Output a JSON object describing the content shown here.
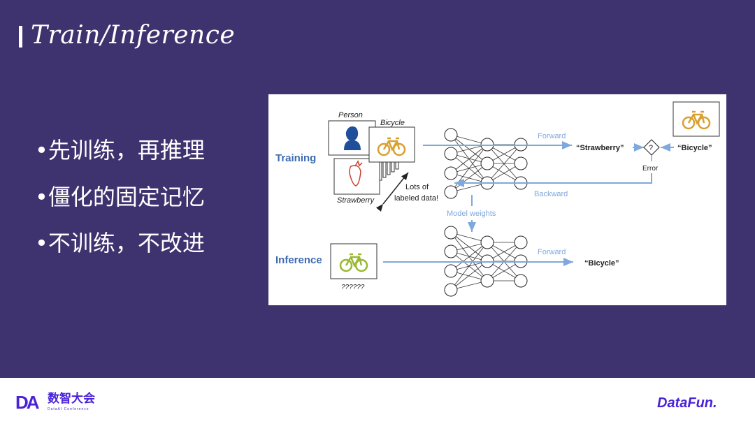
{
  "slide": {
    "title": "Train/Inference",
    "bullets": [
      "•先训练，再推理",
      "•僵化的固定记忆",
      "•不训练，不改进"
    ]
  },
  "diagram": {
    "training_label": "Training",
    "inference_label": "Inference",
    "person_label": "Person",
    "bicycle_label": "Bicycle",
    "strawberry_label": "Strawberry",
    "lots_line1": "Lots of",
    "lots_line2": "labeled data!",
    "forward_label": "Forward",
    "backward_label": "Backward",
    "model_weights_label": "Model weights",
    "prediction_training": "“Strawberry”",
    "compare_symbol": "?",
    "ground_truth": "“Bicycle”",
    "error_label": "Error",
    "inference_forward_label": "Forward",
    "prediction_inference": "“Bicycle”",
    "unknown_label": "??????",
    "colors": {
      "arrow": "#7fa8dc",
      "label_blue": "#3d6bb0",
      "bike_orange": "#d9a030",
      "bike_green": "#9ab830",
      "person": "#1f4f9a",
      "strawberry": "#c84030"
    }
  },
  "footer": {
    "left_logo_mark": "DA",
    "left_logo_text": "数智大会",
    "left_logo_sub": "DataAI Conference",
    "right_logo": "DataFun."
  }
}
